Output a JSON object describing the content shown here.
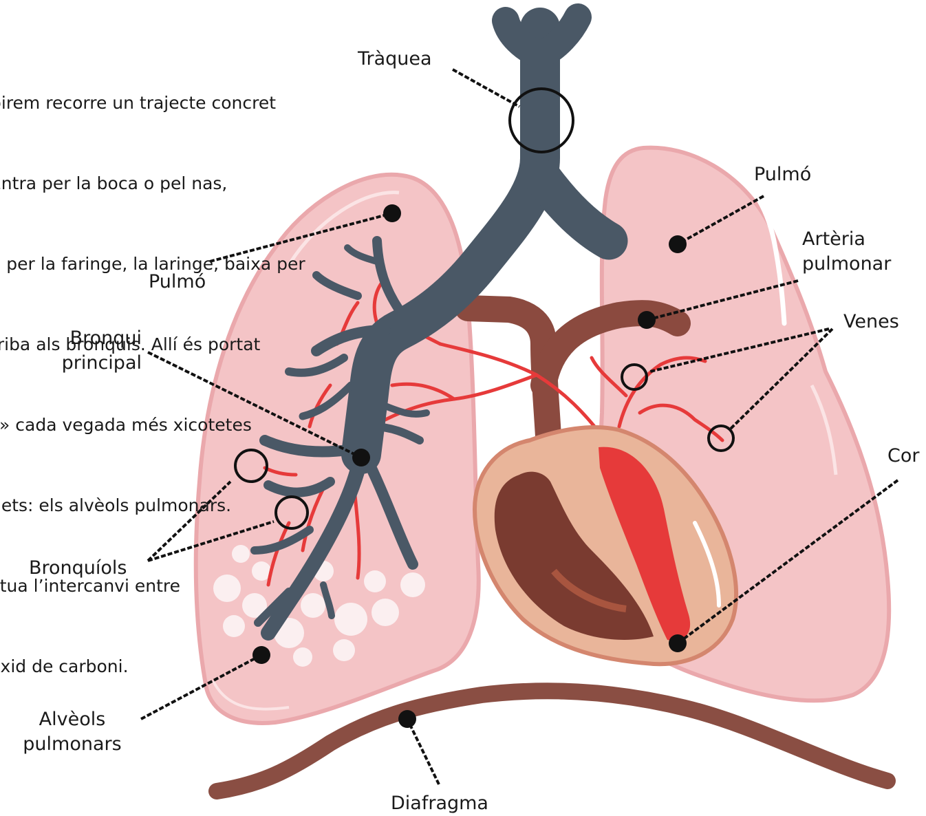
{
  "intro_lines": [
    "pirem recorre un trajecte concret",
    "Entra per la boca o pel nas,",
    "a per la faringe, la laringe, baixa per",
    "rriba als bronquis. Allí és portat",
    "s» cada vegada més xicotetes",
    "uets: els alvèols pulmonars.",
    "ctua l’intercanvi entre",
    "òxid de carboni."
  ],
  "labels": {
    "traquea": "Tràquea",
    "pulmo_left": "Pulmó",
    "pulmo_right": "Pulmó",
    "arteria": "Artèria\npulmonar",
    "venes": "Venes",
    "bronqui": "Bronqui\nprincipal",
    "cor": "Cor",
    "bronquiols": "Bronquíols",
    "alveols": "Alvèols\npulmonars",
    "diafragma": "Diafragma"
  },
  "colors": {
    "lung": "#f4c4c6",
    "lung_edge": "#eaa8ac",
    "trachea": "#4a5866",
    "artery": "#8b4a3f",
    "vein": "#e63a3a",
    "heart_outer": "#e9b59a",
    "heart_inner": "#7a3b30",
    "diaphragm": "#8a4e43"
  }
}
